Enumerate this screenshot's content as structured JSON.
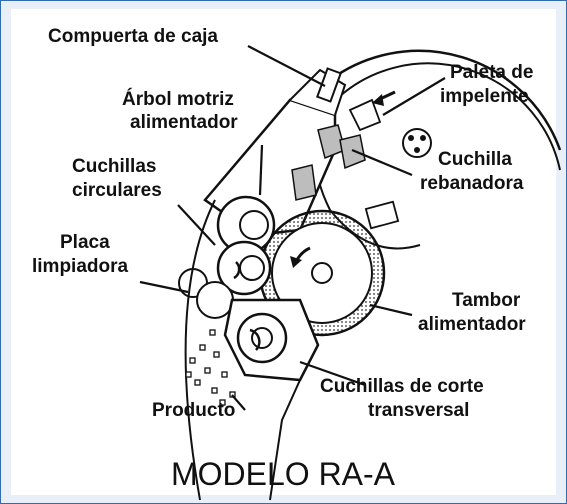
{
  "labels": {
    "compuerta": "Compuerta de caja",
    "paleta_l1": "Paleta de",
    "paleta_l2": "impelente",
    "arbol_l1": "Árbol motriz",
    "arbol_l2": "alimentador",
    "cuchilla_l1": "Cuchilla",
    "cuchilla_l2": "rebanadora",
    "circ_l1": "Cuchillas",
    "circ_l2": "circulares",
    "placa_l1": "Placa",
    "placa_l2": "limpiadora",
    "tambor_l1": "Tambor",
    "tambor_l2": "alimentador",
    "corte_l1": "Cuchillas de corte",
    "corte_l2": "transversal",
    "producto": "Producto"
  },
  "title": "MODELO RA-A",
  "colors": {
    "border": "#2f6db0",
    "background": "#e8eff8",
    "line": "#111111",
    "shade": "#bdbdbd"
  }
}
